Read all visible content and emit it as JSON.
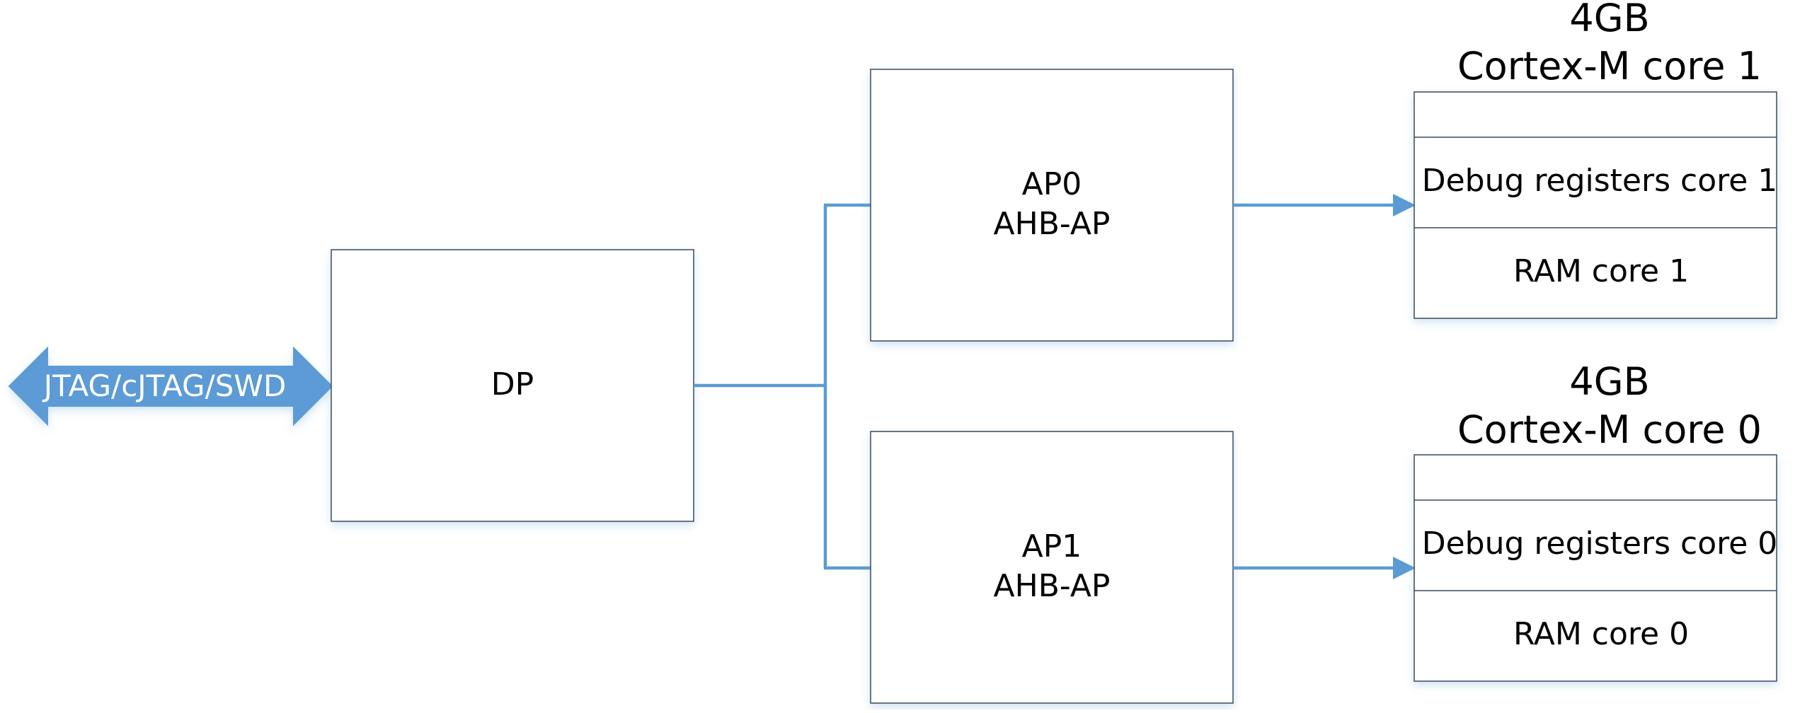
{
  "diagram": {
    "interface_label": "JTAG/cJTAG/SWD",
    "dp_label": "DP",
    "ap0": {
      "line1": "AP0",
      "line2": "AHB-AP"
    },
    "ap1": {
      "line1": "AP1",
      "line2": "AHB-AP"
    },
    "memory_core1": {
      "title_line1": "4GB",
      "title_line2": "Cortex-M core 1",
      "debug_label": "Debug registers core 1",
      "ram_label": "RAM core 1"
    },
    "memory_core0": {
      "title_line1": "4GB",
      "title_line2": "Cortex-M core 0",
      "debug_label": "Debug registers core 0",
      "ram_label": "RAM core 0"
    }
  },
  "colors": {
    "accent": "#5b9bd5",
    "box_stroke": "#3a4a5a",
    "interface_text": "#ffffff"
  }
}
